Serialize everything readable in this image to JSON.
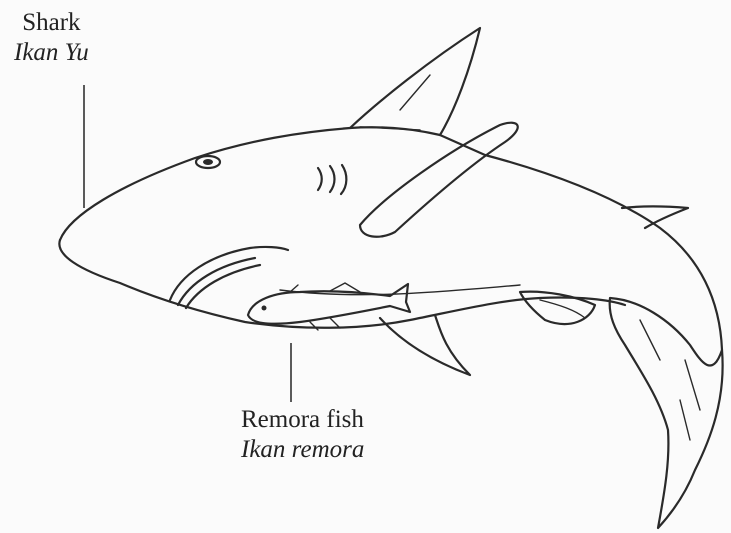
{
  "labels": {
    "shark": {
      "english": "Shark",
      "malay": "Ikan Yu"
    },
    "remora": {
      "english": "Remora fish",
      "malay": "Ikan remora"
    }
  },
  "colors": {
    "ink": "#2a2a2a",
    "paper": "#fbfbfb"
  }
}
